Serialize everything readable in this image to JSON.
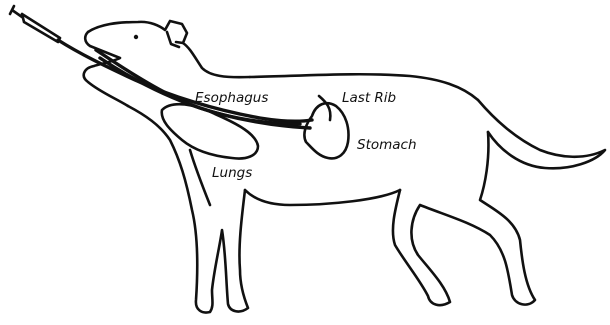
{
  "diagram": {
    "labels": {
      "esophagus": "Esophagus",
      "last_rib": "Last Rib",
      "stomach": "Stomach",
      "lungs": "Lungs"
    },
    "colors": {
      "line": "#111111",
      "background": "#ffffff"
    }
  }
}
